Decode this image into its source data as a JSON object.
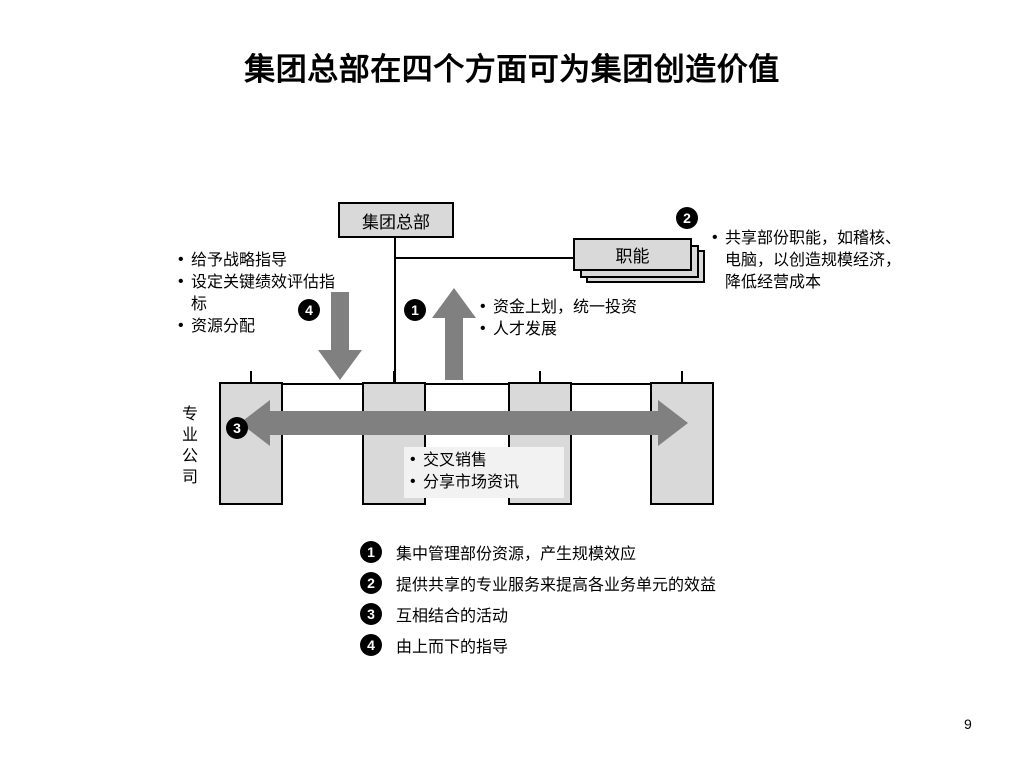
{
  "slide": {
    "title": "集团总部在四个方面可为集团创造价值",
    "page_number": "9"
  },
  "diagram": {
    "hq_box": "集团总部",
    "function_box": "职能",
    "vertical_label_chars": [
      "专",
      "业",
      "公",
      "司"
    ],
    "unit_boxes": [
      "",
      "",
      "",
      ""
    ],
    "markers": {
      "one": "1",
      "two": "2",
      "three": "3",
      "four": "4"
    },
    "left_bullets": [
      "给予战略指导",
      "设定关键绩效评估指标",
      "资源分配"
    ],
    "up_bullets": [
      "资金上划，统一投资",
      "人才发展"
    ],
    "right_bullets": [
      "共享部份职能，如稽核、电脑，以创造规模经济，降低经营成本"
    ],
    "cross_sell_bullets": [
      "交叉销售",
      "分享市场资讯"
    ],
    "icons": {
      "arrow_down": "arrow-down-icon",
      "arrow_up": "arrow-up-icon",
      "arrow_left_right": "arrow-left-right-icon"
    },
    "colors": {
      "box_fill": "#d9d9d9",
      "arrow_fill": "#808080",
      "outline": "#000000",
      "callout_fill": "#f2f2f2"
    }
  },
  "legend": [
    {
      "num": "1",
      "text": "集中管理部份资源，产生规模效应"
    },
    {
      "num": "2",
      "text": "提供共享的专业服务来提高各业务单元的效益"
    },
    {
      "num": "3",
      "text": "互相结合的活动"
    },
    {
      "num": "4",
      "text": "由上而下的指导"
    }
  ]
}
